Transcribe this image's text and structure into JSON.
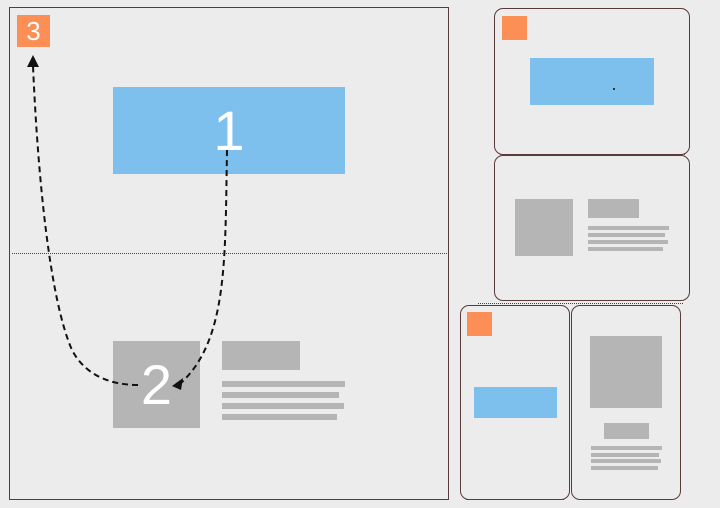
{
  "main_panel": {
    "header_block_label": "1",
    "content_block_label": "2",
    "corner_badge_label": "3"
  },
  "colors": {
    "background": "#ececec",
    "blue_block": "#7dc0ee",
    "gray_block": "#b5b5b5",
    "orange_badge": "#fb8f55",
    "border": "#5a3a3a",
    "arrow": "#111111"
  },
  "icons": {
    "arrow_head": "arrowhead-icon"
  }
}
